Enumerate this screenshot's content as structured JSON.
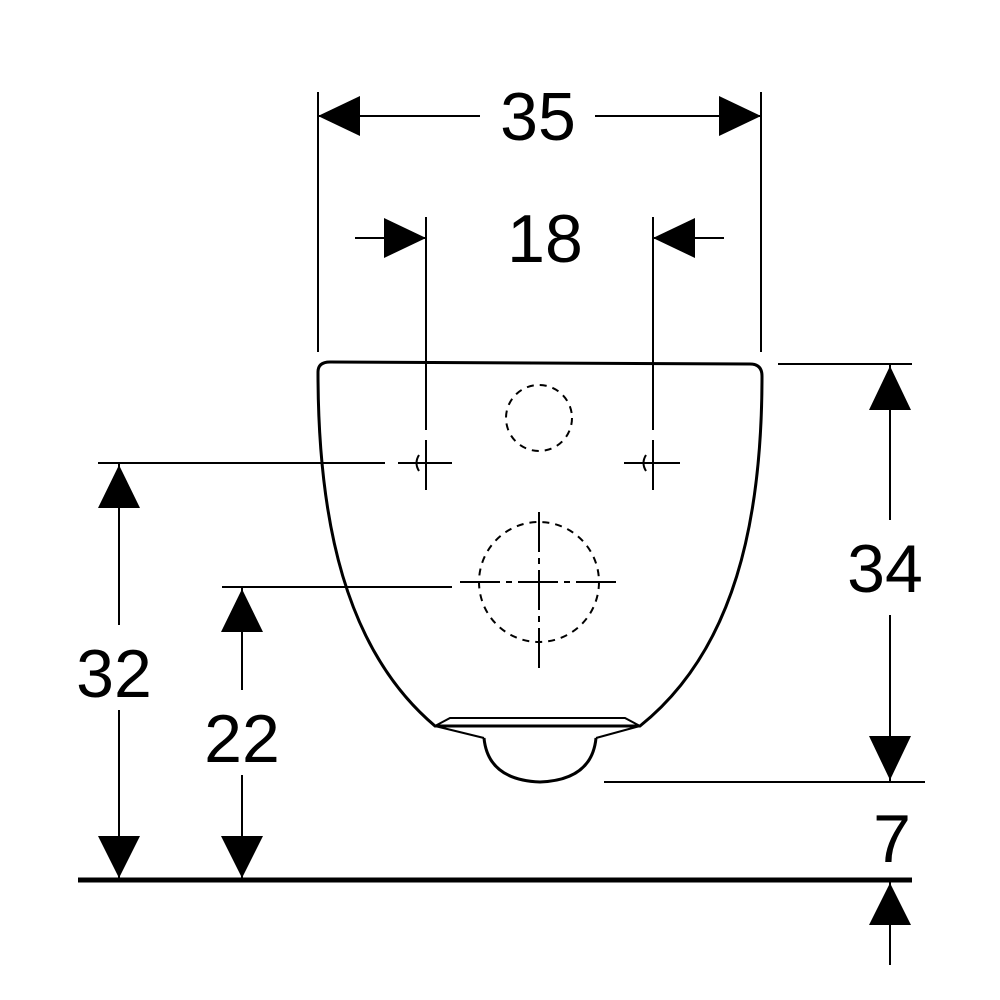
{
  "diagram": {
    "dimensions": {
      "overall_width": "35",
      "fixing_spacing": "18",
      "overall_height": "34",
      "fixing_height": "32",
      "outlet_height": "22",
      "outlet_drop": "7"
    },
    "colors": {
      "line": "#000000",
      "background": "#ffffff"
    }
  }
}
